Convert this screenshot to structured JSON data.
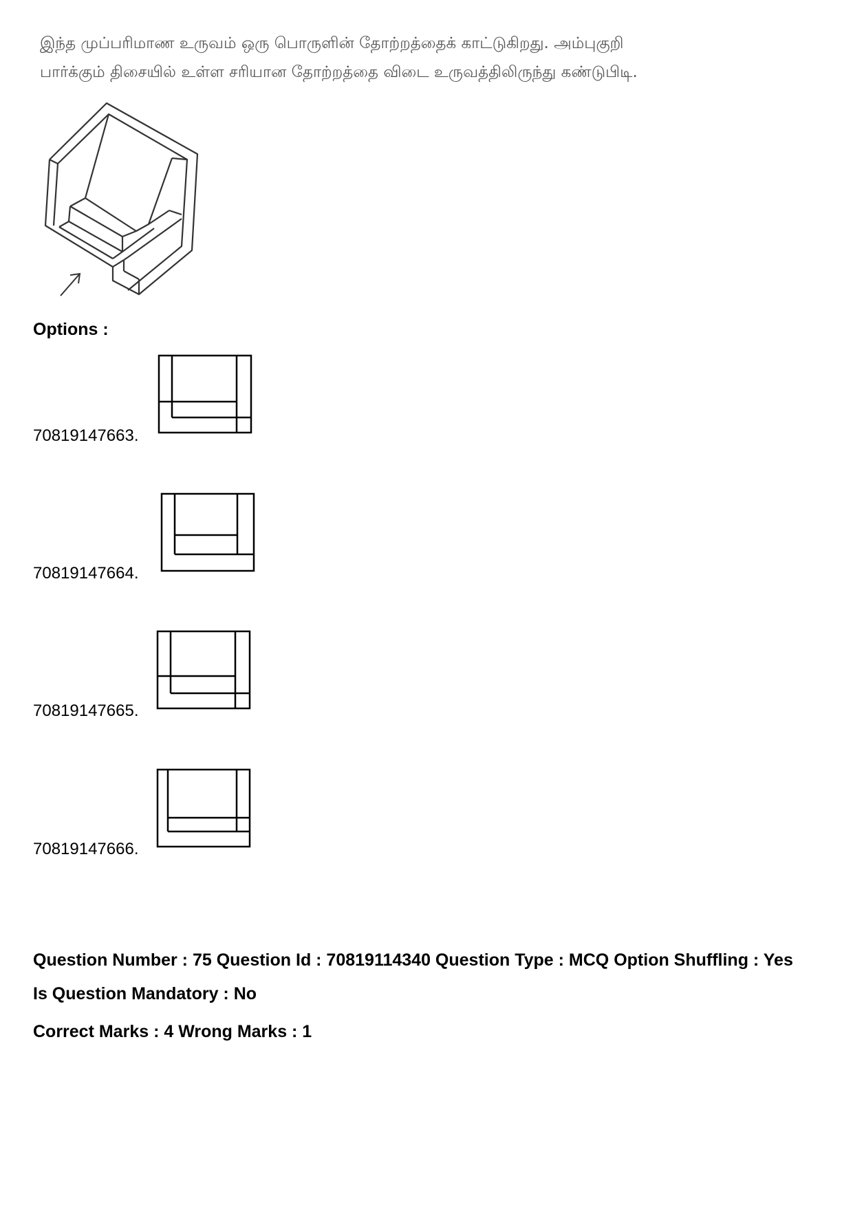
{
  "question": {
    "line1": "இந்த முப்பரிமாண உருவம் ஒரு பொருளின் தோற்றத்தைக் காட்டுகிறது. அம்புகுறி",
    "line2": "பார்க்கும் திசையில் உள்ள சரியான தோற்றத்தை விடை உருவத்திலிருந்து கண்டுபிடி."
  },
  "options_label": "Options :",
  "options": [
    {
      "id": "70819147663."
    },
    {
      "id": "70819147664."
    },
    {
      "id": "70819147665."
    },
    {
      "id": "70819147666."
    }
  ],
  "meta": {
    "line1": "Question Number : 75 Question Id : 70819114340 Question Type : MCQ Option Shuffling : Yes",
    "line2": "Is Question Mandatory : No",
    "line3": "Correct Marks : 4 Wrong Marks : 1"
  }
}
